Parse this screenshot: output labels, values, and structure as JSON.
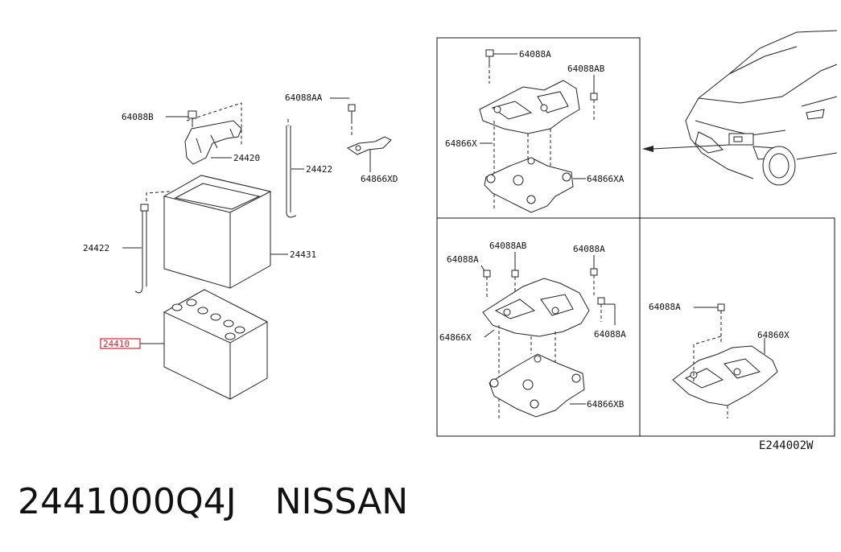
{
  "diagram": {
    "labels": {
      "bracket_bolt_left": "64088B",
      "bracket_top": "24420",
      "rod_right": "24422",
      "rod_left": "24422",
      "battery_cover": "24431",
      "battery": "24410",
      "bolt_aa": "64088AA",
      "clip": "64866XD",
      "p1_bolt_a": "64088A",
      "p1_bolt_ab": "64088AB",
      "p1_bracket": "64866X",
      "p1_base": "64866XA",
      "p2_bolt_a_left": "64088A",
      "p2_bolt_ab": "64088AB",
      "p2_bolt_a_right": "64088A",
      "p2_bracket": "64866X",
      "p2_bolt_a_lower": "64088A",
      "p2_base": "64866XB",
      "p3_bolt_a": "64088A",
      "p3_bracket": "64860X"
    },
    "figure_code": "E244002W",
    "highlight_color": "#e0202a"
  },
  "footer": {
    "part_number": "2441000Q4J",
    "brand": "NISSAN"
  }
}
